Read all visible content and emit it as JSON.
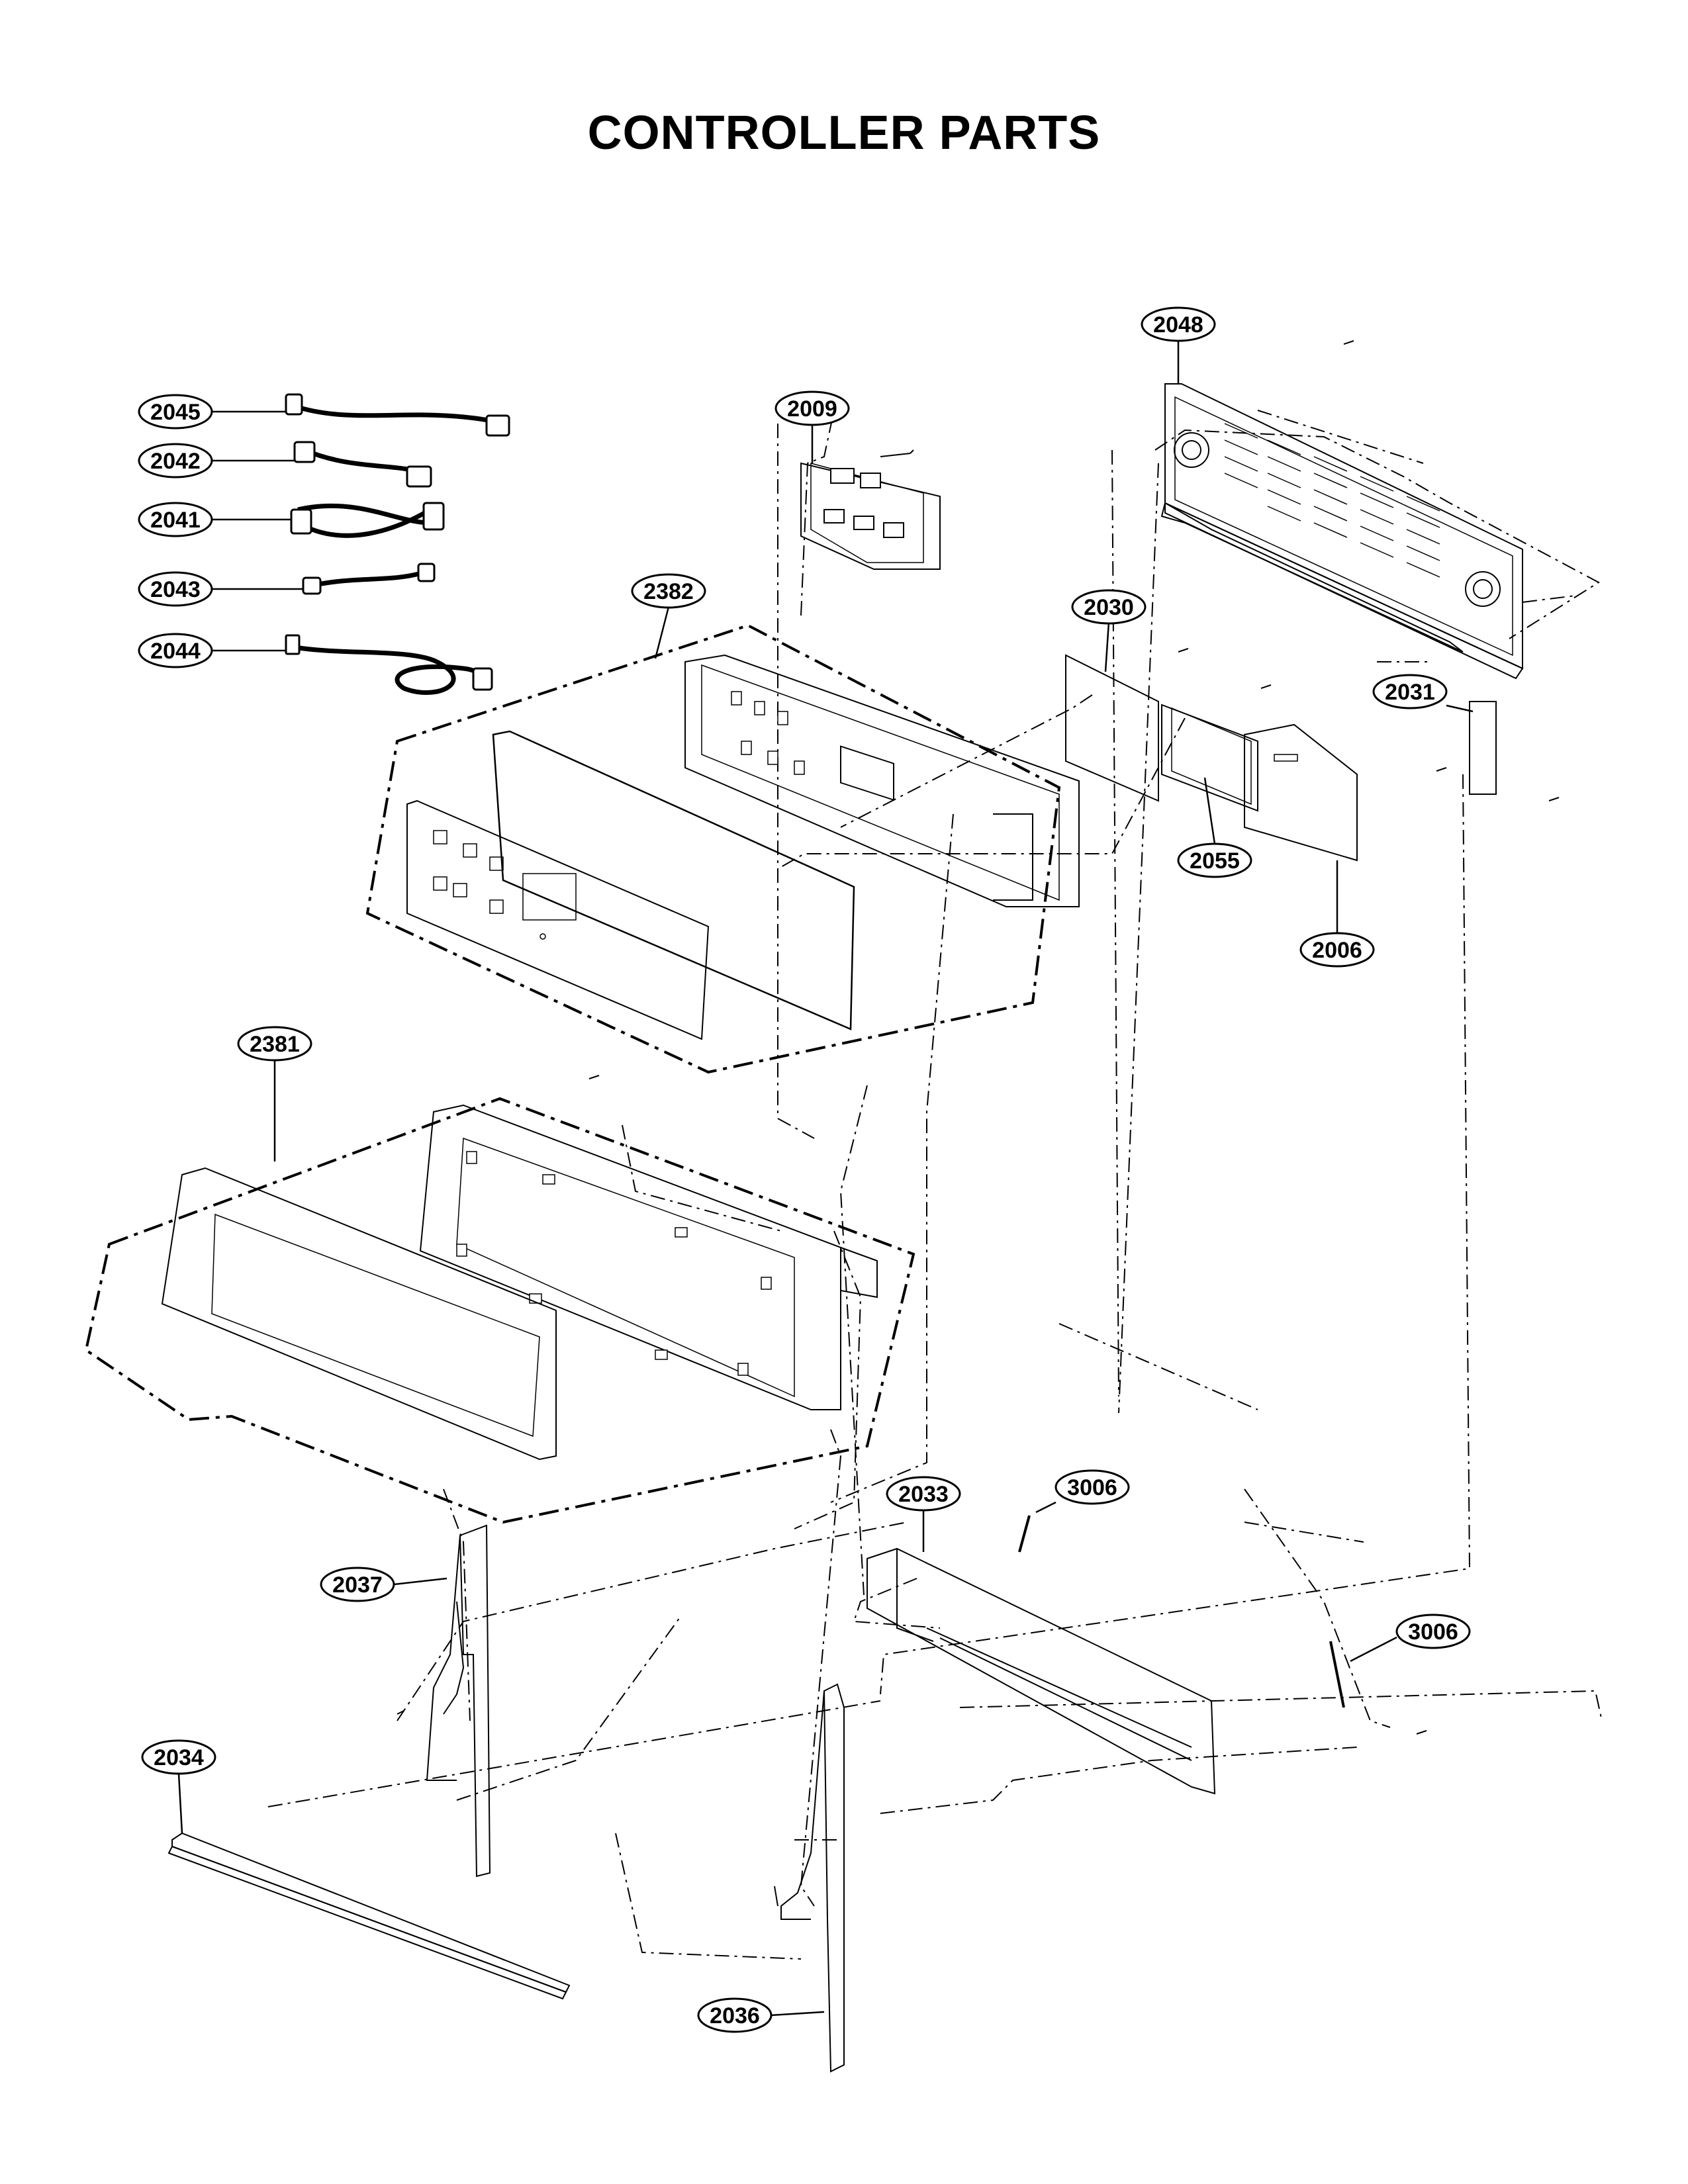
{
  "title": "CONTROLLER PARTS",
  "callouts": {
    "2045": "2045",
    "2042": "2042",
    "2041": "2041",
    "2043": "2043",
    "2044": "2044",
    "2009": "2009",
    "2048": "2048",
    "2382": "2382",
    "2030": "2030",
    "2031": "2031",
    "2055": "2055",
    "2006": "2006",
    "2381": "2381",
    "3006a": "3006",
    "2033": "2033",
    "3006b": "3006",
    "2037": "2037",
    "2034": "2034",
    "2036": "2036"
  }
}
